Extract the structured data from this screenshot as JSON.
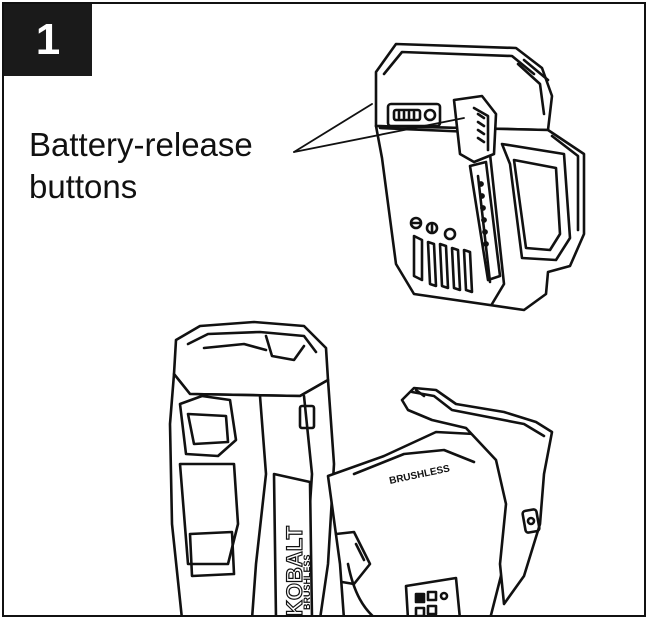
{
  "step": {
    "number": "1"
  },
  "callout": {
    "line1": "Battery-release",
    "line2": "buttons"
  },
  "tool": {
    "brand": "KOBALT",
    "handle_badge": "BRUSHLESS",
    "side_badge": "BRUSHLESS"
  },
  "colors": {
    "ink": "#111111",
    "badge_background": "#1a1a1a",
    "paper": "#ffffff"
  }
}
